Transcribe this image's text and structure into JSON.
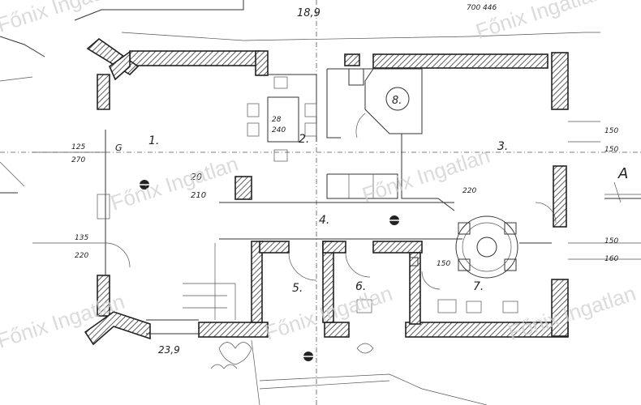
{
  "watermark": "Főnix Ingatlan",
  "rooms": {
    "r1": "1.",
    "r2": "2.",
    "r3": "3.",
    "r4": "4.",
    "r5": "5.",
    "r6": "6.",
    "r7": "7.",
    "r8": "8."
  },
  "dims": {
    "top_center": "18,9",
    "top_right": "700 446",
    "left_upper_top": "125",
    "left_upper_bottom": "270",
    "left_mid_top": "135",
    "left_mid_bottom": "220",
    "right_upper_top": "150",
    "right_upper_bottom": "150",
    "right_lower_top": "150",
    "right_lower_bottom": "160",
    "hall_top": "20",
    "hall_bottom": "210",
    "kitchen_top": "28",
    "kitchen_bottom": "240",
    "bottom_left": "23,9",
    "window_r1": "G",
    "bay_left": "150",
    "bay_right": "220"
  },
  "section_marker": "A"
}
